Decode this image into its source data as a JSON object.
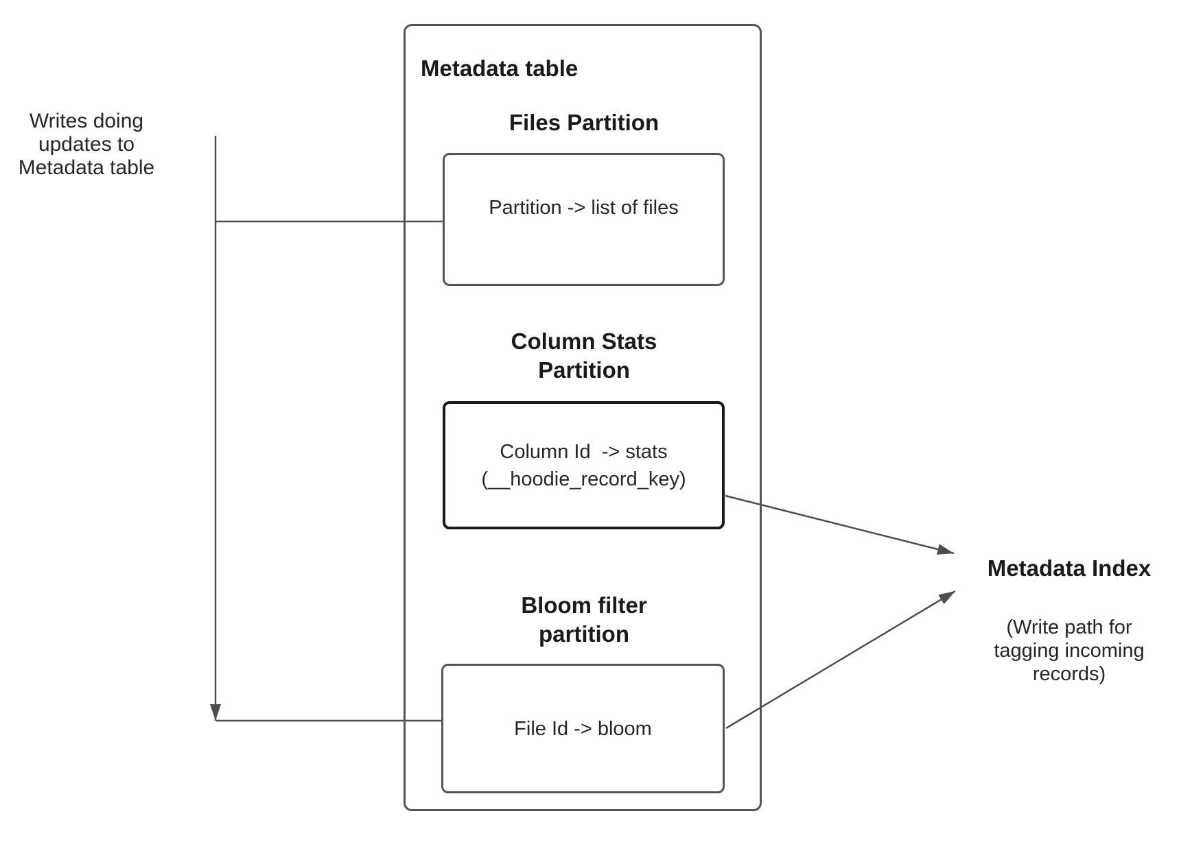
{
  "diagram": {
    "left_note": {
      "text": "Writes doing\nupdates to\nMetadata table"
    },
    "metadata_table": {
      "title": "Metadata table",
      "files_partition": {
        "heading": "Files Partition",
        "box_text": "Partition -> list of files"
      },
      "column_stats_partition": {
        "heading": "Column Stats\nPartition",
        "box_text": "Column Id  -> stats\n(__hoodie_record_key)"
      },
      "bloom_filter_partition": {
        "heading": "Bloom filter\npartition",
        "box_text": "File Id -> bloom"
      }
    },
    "metadata_index": {
      "title": "Metadata Index",
      "subtitle": "(Write path for\ntagging incoming\nrecords)"
    },
    "colors": {
      "connector_line": "#4d4d4d",
      "box_border": "#545454",
      "emphasis_border": "#1a1a1a",
      "text": "#262626"
    }
  }
}
